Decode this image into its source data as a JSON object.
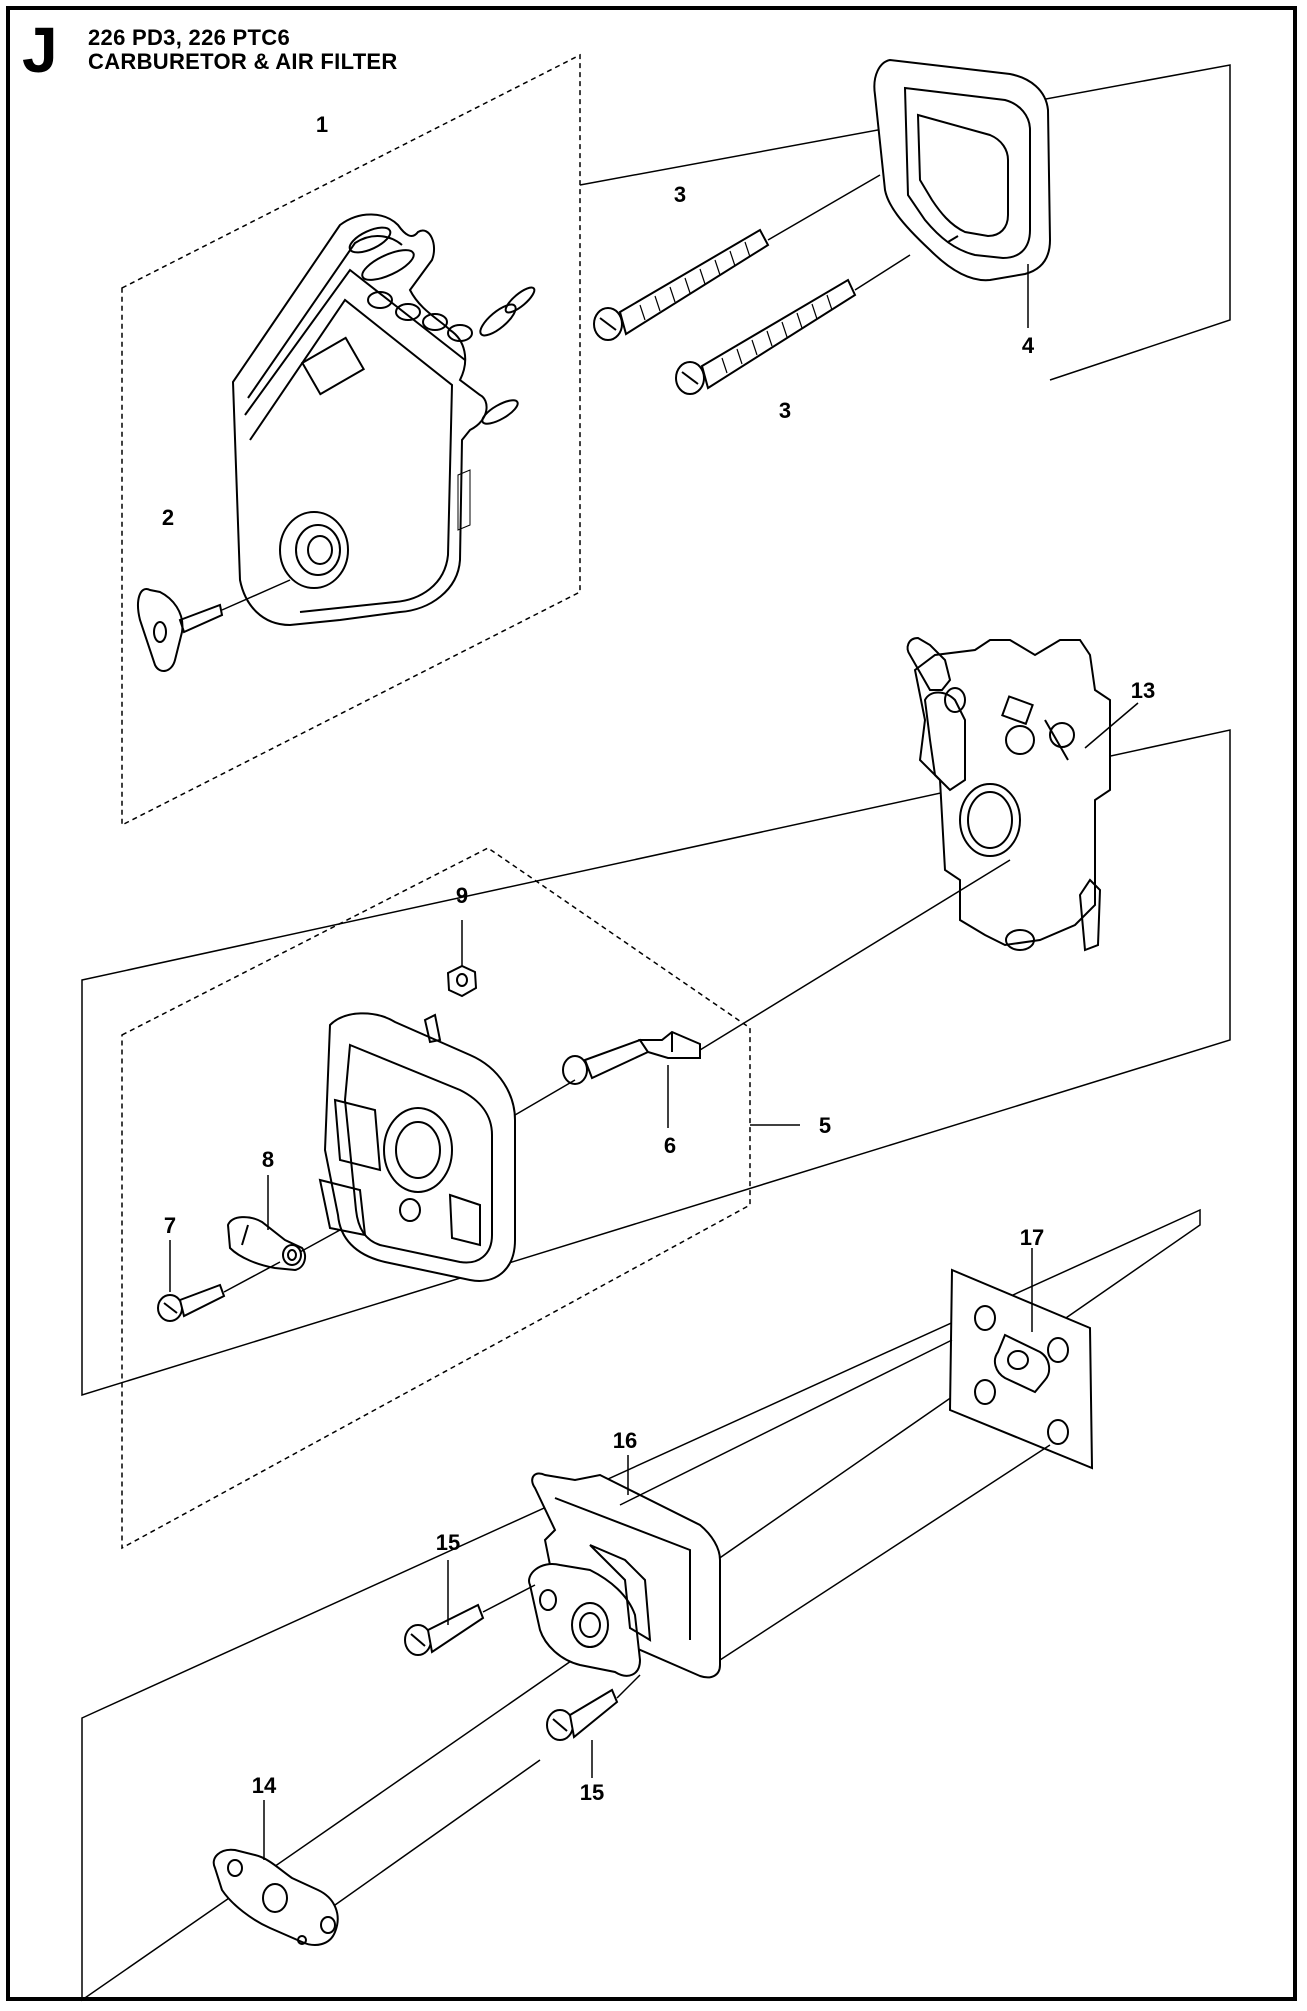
{
  "header": {
    "section_letter": "J",
    "model_line": "226 PD3, 226 PTC6",
    "title_line": "CARBURETOR & AIR FILTER"
  },
  "callouts": [
    {
      "id": "c1",
      "label": "1"
    },
    {
      "id": "c2",
      "label": "2"
    },
    {
      "id": "c3a",
      "label": "3"
    },
    {
      "id": "c3b",
      "label": "3"
    },
    {
      "id": "c4",
      "label": "4"
    },
    {
      "id": "c13",
      "label": "13"
    },
    {
      "id": "c9",
      "label": "9"
    },
    {
      "id": "c5",
      "label": "5"
    },
    {
      "id": "c6",
      "label": "6"
    },
    {
      "id": "c8",
      "label": "8"
    },
    {
      "id": "c7",
      "label": "7"
    },
    {
      "id": "c17",
      "label": "17"
    },
    {
      "id": "c16",
      "label": "16"
    },
    {
      "id": "c15a",
      "label": "15"
    },
    {
      "id": "c15b",
      "label": "15"
    },
    {
      "id": "c14",
      "label": "14"
    }
  ],
  "parts": [
    {
      "ref": "1",
      "icon": "air-filter-cover-icon"
    },
    {
      "ref": "2",
      "icon": "knob-screw-icon"
    },
    {
      "ref": "3",
      "icon": "bolt-icon"
    },
    {
      "ref": "4",
      "icon": "filter-foam-icon"
    },
    {
      "ref": "5",
      "icon": "air-filter-base-icon"
    },
    {
      "ref": "6",
      "icon": "choke-link-icon"
    },
    {
      "ref": "7",
      "icon": "screw-icon"
    },
    {
      "ref": "8",
      "icon": "choke-plate-icon"
    },
    {
      "ref": "9",
      "icon": "nut-icon"
    },
    {
      "ref": "13",
      "icon": "carburetor-icon"
    },
    {
      "ref": "14",
      "icon": "gasket-icon"
    },
    {
      "ref": "15",
      "icon": "screw-icon"
    },
    {
      "ref": "16",
      "icon": "intake-adapter-icon"
    },
    {
      "ref": "17",
      "icon": "gasket-icon"
    }
  ]
}
